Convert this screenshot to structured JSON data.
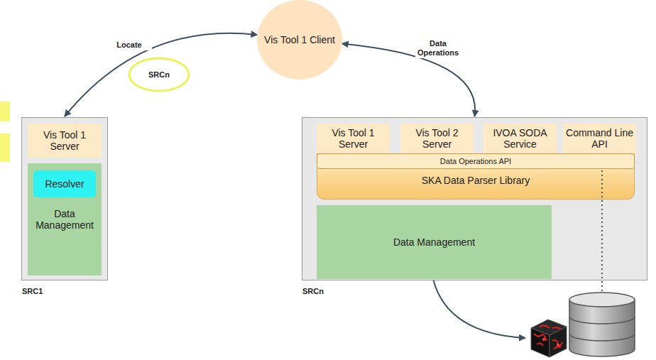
{
  "diagram": {
    "nodes": [
      {
        "text": [
          "Vis Tool 1 Client"
        ]
      },
      {
        "text": [
          "SRCn"
        ]
      },
      {
        "text": [
          "SRC1"
        ]
      },
      {
        "text": [
          "Vis Tool 1 Server"
        ],
        "in": 2
      },
      {
        "text": [
          "Data Management"
        ],
        "in": 2
      },
      {
        "text": [
          "Resolver"
        ],
        "in": 4
      },
      {
        "text": [
          "SRCn"
        ]
      },
      {
        "text": [
          "Vis Tool 1 Server"
        ],
        "in": 6
      },
      {
        "text": [
          "Vis Tool 2 Server"
        ],
        "in": 6
      },
      {
        "text": [
          "IVOA SODA Service"
        ],
        "in": 6
      },
      {
        "text": [
          "Command Line API"
        ],
        "in": 6
      },
      {
        "text": [
          "SKA Data Parser Library"
        ],
        "in": 6
      },
      {
        "text": [
          "Data Operations API"
        ],
        "in": 11
      },
      {
        "text": [
          "Data Management"
        ],
        "in": 6
      }
    ],
    "edges": [
      {
        "from": 0,
        "to": 2,
        "arrow": "both",
        "label": "Locate"
      },
      {
        "from": 0,
        "to": 6,
        "arrow": "both",
        "label": "Data Operations"
      }
    ]
  }
}
